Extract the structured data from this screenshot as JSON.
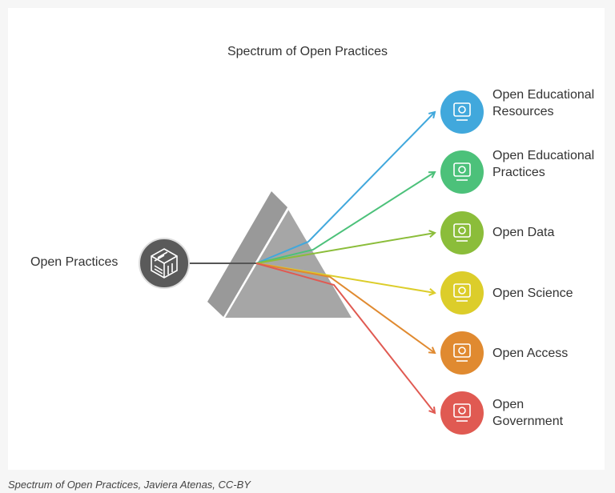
{
  "title": "Spectrum of Open Practices",
  "source": {
    "label": "Open Practices",
    "icon": "cube-icon",
    "color": "#5a5a5a"
  },
  "outputs": [
    {
      "label": "Open Educational Resources",
      "icon": "monitor-book-icon",
      "color": "#41a8dc"
    },
    {
      "label": "Open Educational Practices",
      "icon": "graduation-cap-icon",
      "color": "#4cc17a"
    },
    {
      "label": "Open Data",
      "icon": "data-cube-icon",
      "color": "#8bbd3a"
    },
    {
      "label": "Open Science",
      "icon": "flask-window-icon",
      "color": "#dccd2a"
    },
    {
      "label": "Open Access",
      "icon": "document-a-icon",
      "color": "#e08a30"
    },
    {
      "label": "Open Government",
      "icon": "government-building-icon",
      "color": "#e05a52"
    }
  ],
  "caption": "Spectrum of Open Practices, Javiera Atenas, CC-BY"
}
